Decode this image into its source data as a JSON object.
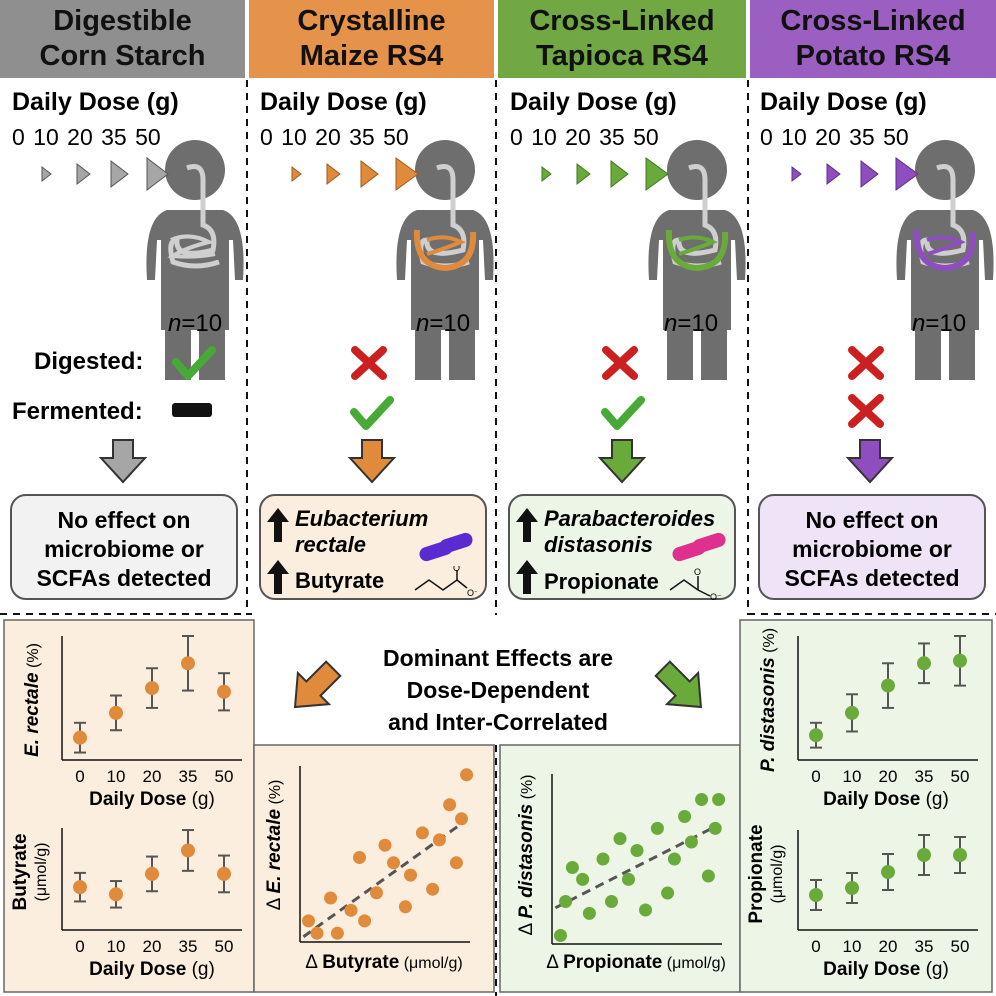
{
  "columns": [
    {
      "title_line1": "Digestible",
      "title_line2": "Corn Starch",
      "header_color": "#8f8f8f",
      "accent": "#a6a6a6",
      "dose_title": "Daily Dose (g)",
      "dose_values": "0 10 20 35 50",
      "n_label": "n",
      "n_value": "=10",
      "box_lines": [
        "No effect on",
        "microbiome or",
        "SCFAs detected"
      ],
      "box_bg": "#f2f2f2"
    },
    {
      "title_line1": "Crystalline",
      "title_line2": "Maize RS4",
      "header_color": "#e5924a",
      "accent": "#e08a3c",
      "dose_title": "Daily Dose (g)",
      "dose_values": "0 10 20 35 50",
      "n_label": "n",
      "n_value": "=10",
      "box_item1_line1": "Eubacterium",
      "box_item1_line2": "rectale",
      "box_item2": "Butyrate",
      "box_bg": "#fbeede"
    },
    {
      "title_line1": "Cross-Linked",
      "title_line2": "Tapioca RS4",
      "header_color": "#72a843",
      "accent": "#6aaa3a",
      "dose_title": "Daily Dose (g)",
      "dose_values": "0 10 20 35 50",
      "n_label": "n",
      "n_value": "=10",
      "box_item1_line1": "Parabacteroides",
      "box_item1_line2": "distasonis",
      "box_item2": "Propionate",
      "box_bg": "#edf6e6"
    },
    {
      "title_line1": "Cross-Linked",
      "title_line2": "Potato RS4",
      "header_color": "#9a5fc0",
      "accent": "#8e4ebf",
      "dose_title": "Daily Dose (g)",
      "dose_values": "0 10 20 35 50",
      "n_label": "n",
      "n_value": "=10",
      "box_lines": [
        "No effect on",
        "microbiome or",
        "SCFAs detected"
      ],
      "box_bg": "#efe4f7"
    }
  ],
  "row_labels": {
    "digested": "Digested:",
    "fermented": "Fermented:"
  },
  "central_text": [
    "Dominant Effects are",
    "Dose-Dependent",
    "and Inter-Correlated"
  ],
  "colors": {
    "orange": "#e08a3c",
    "green": "#6aaa3a",
    "purple": "#8e4ebf",
    "gray": "#a6a6a6",
    "red_x": "#cc1f1f",
    "check": "#47a936",
    "microbe_purple": "#5b2bd1",
    "microbe_pink": "#e0308d"
  },
  "icons": {
    "check": "checkmark-icon",
    "cross": "x-mark-icon",
    "dash": "dash-icon",
    "up": "up-arrow-icon",
    "down": "down-arrow-icon",
    "person": "human-gut-icon",
    "microbe": "bacteria-icon",
    "molecule": "carboxylate-structure-icon"
  },
  "charts": {
    "e_rectale": {
      "ylabel_italic": "E. rectale",
      "ylabel_unit": " (%)",
      "xlabel": "Daily Dose",
      "xunit": " (g)"
    },
    "butyrate": {
      "ylabel_line1": "Butyrate",
      "ylabel_line2": "(μmol/g)",
      "xlabel": "Daily Dose",
      "xunit": " (g)"
    },
    "corr_orange": {
      "xlabel_prefix": "Δ ",
      "xlabel": "Butyrate",
      "xunit": " (μmol/g)",
      "ylabel_prefix": "Δ ",
      "ylabel_italic": "E. rectale",
      "ylabel_unit": " (%)"
    },
    "corr_green": {
      "xlabel_prefix": "Δ ",
      "xlabel": "Propionate",
      "xunit": " (μmol/g)",
      "ylabel_prefix": "Δ ",
      "ylabel_italic": "P. distasonis",
      "ylabel_unit": " (%)"
    },
    "p_distasonis": {
      "ylabel_italic": "P. distasonis",
      "ylabel_unit": " (%)",
      "xlabel": "Daily Dose",
      "xunit": " (g)"
    },
    "propionate": {
      "ylabel_line1": "Propionate",
      "ylabel_line2": "(μmol/g)",
      "xlabel": "Daily Dose",
      "xunit": " (g)"
    }
  },
  "chart_data": [
    {
      "type": "scatter",
      "name_ref": "e_rectale",
      "categories": [
        "0",
        "10",
        "20",
        "35",
        "50"
      ],
      "values": [
        0.18,
        0.38,
        0.58,
        0.78,
        0.55
      ],
      "errors": [
        0.12,
        0.14,
        0.16,
        0.22,
        0.15
      ],
      "ylim": [
        0,
        1
      ]
    },
    {
      "type": "scatter",
      "name_ref": "butyrate",
      "categories": [
        "0",
        "10",
        "20",
        "35",
        "50"
      ],
      "values": [
        0.42,
        0.35,
        0.55,
        0.78,
        0.55
      ],
      "errors": [
        0.14,
        0.13,
        0.17,
        0.2,
        0.18
      ],
      "ylim": [
        0,
        1
      ]
    },
    {
      "type": "scatter",
      "name_ref": "p_distasonis",
      "categories": [
        "0",
        "10",
        "20",
        "35",
        "50"
      ],
      "values": [
        0.2,
        0.38,
        0.6,
        0.78,
        0.8
      ],
      "errors": [
        0.1,
        0.15,
        0.18,
        0.16,
        0.2
      ],
      "ylim": [
        0,
        1
      ]
    },
    {
      "type": "scatter",
      "name_ref": "propionate",
      "categories": [
        "0",
        "10",
        "20",
        "35",
        "50"
      ],
      "values": [
        0.35,
        0.42,
        0.58,
        0.75,
        0.75
      ],
      "errors": [
        0.15,
        0.15,
        0.18,
        0.2,
        0.18
      ],
      "ylim": [
        0,
        1
      ]
    },
    {
      "type": "scatter",
      "name_ref": "corr_orange",
      "x": [
        0.05,
        0.1,
        0.18,
        0.22,
        0.3,
        0.35,
        0.38,
        0.45,
        0.5,
        0.55,
        0.62,
        0.65,
        0.72,
        0.78,
        0.82,
        0.88,
        0.92,
        0.95,
        0.98
      ],
      "y": [
        0.12,
        0.05,
        0.25,
        0.05,
        0.18,
        0.48,
        0.12,
        0.28,
        0.55,
        0.45,
        0.2,
        0.38,
        0.62,
        0.3,
        0.58,
        0.78,
        0.45,
        0.7,
        0.95
      ],
      "trendline": true,
      "xlim": [
        0,
        1
      ],
      "ylim": [
        0,
        1
      ]
    },
    {
      "type": "scatter",
      "name_ref": "corr_green",
      "x": [
        0.05,
        0.08,
        0.12,
        0.18,
        0.22,
        0.3,
        0.35,
        0.4,
        0.45,
        0.5,
        0.55,
        0.62,
        0.68,
        0.72,
        0.78,
        0.82,
        0.88,
        0.92,
        0.96,
        0.98
      ],
      "y": [
        0.05,
        0.25,
        0.45,
        0.38,
        0.18,
        0.5,
        0.25,
        0.62,
        0.38,
        0.55,
        0.2,
        0.68,
        0.3,
        0.5,
        0.75,
        0.6,
        0.85,
        0.4,
        0.68,
        0.85
      ],
      "trendline": true,
      "xlim": [
        0,
        1
      ],
      "ylim": [
        0,
        1
      ]
    }
  ]
}
